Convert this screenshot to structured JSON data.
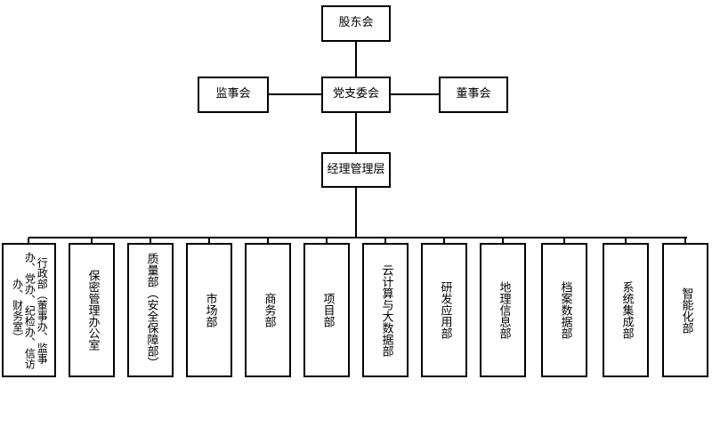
{
  "top": {
    "shareholders": "股东会",
    "party_committee": "党支委会",
    "supervisory_board": "监事会",
    "board_of_directors": "董事会",
    "management": "经理管理层"
  },
  "departments": [
    "行政部（董事办、监事办、党办、纪检办、信访办、财务室）",
    "保密管理办公室",
    "质量部（安全保障部）",
    "市场部",
    "商务部",
    "项目部",
    "云计算与大数据部",
    "研发应用部",
    "地理信息部",
    "档案数据部",
    "系统集成部",
    "智能化部"
  ]
}
